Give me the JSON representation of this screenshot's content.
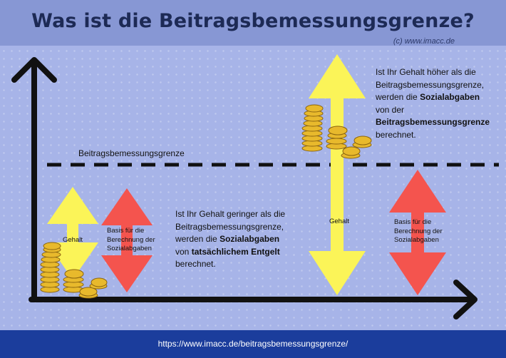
{
  "header": {
    "title": "Was ist die Beitragsbemessungsgrenze?",
    "copyright": "(c) www.imacc.de"
  },
  "diagram": {
    "limit_label": "Beitragsbemessungsgrenze",
    "low": {
      "salary_label": "Gehalt",
      "basis_label": "Basis für die Berechnung der Sozialabgaben",
      "text_1": "Ist Ihr Gehalt geringer als die Beitragsbemessungsgrenze, werden die",
      "text_bold_1": "Sozialabgaben",
      "text_2": "von",
      "text_bold_2": "tatsächlichem Entgelt",
      "text_3": "berechnet."
    },
    "high": {
      "salary_label": "Gehalt",
      "basis_label": "Basis für die Berechnung der Sozialabgaben",
      "text_1": "Ist Ihr Gehalt höher als die Beitragsbemessungsgrenze, werden die",
      "text_bold_1": "Sozialabgaben",
      "text_2": "von der",
      "text_bold_2": "Beitragsbemessungsgrenze",
      "text_3": "berechnet."
    },
    "colors": {
      "background": "#a7b4e8",
      "header": "#8797d4",
      "footer": "#1b3d9c",
      "salary_arrow": "#fbf458",
      "basis_arrow": "#f4544e",
      "axis": "#111111",
      "coin": "#e8b92c"
    },
    "icons": [
      "coin-stack-icon",
      "axis-arrow-icon"
    ]
  },
  "footer": {
    "url": "https://www.imacc.de/beitragsbemessungsgrenze/"
  }
}
